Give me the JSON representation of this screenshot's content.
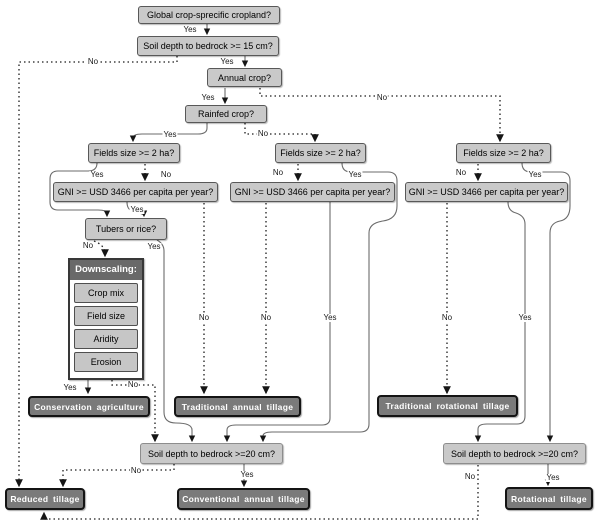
{
  "labels": {
    "yes": "Yes",
    "no": "No"
  },
  "nodes": {
    "global": "Global crop-sprecific cropland?",
    "soil15": "Soil depth to bedrock >= 15 cm?",
    "annual": "Annual crop?",
    "rainfed": "Rainfed crop?",
    "fields_left": "Fields size >= 2 ha?",
    "fields_mid": "Fields size >= 2 ha?",
    "fields_right": "Fields size >= 2 ha?",
    "gni_left": "GNI >= USD 3466 per capita per year?",
    "gni_mid": "GNI >= USD 3466 per capita per year?",
    "gni_right": "GNI >= USD 3466 per capita per year?",
    "tubers": "Tubers or rice?",
    "downscaling_header": "Downscaling:",
    "downscaling_items": [
      "Crop mix",
      "Field size",
      "Aridity",
      "Erosion"
    ],
    "conservation": "Conservation agriculture",
    "traditional_annual": "Traditional annual tillage",
    "traditional_rotational": "Traditional  rotational tillage",
    "soil20_left": "Soil depth to bedrock >=20 cm?",
    "soil20_right": "Soil depth to bedrock >=20 cm?",
    "reduced": "Reduced tillage",
    "conventional": "Conventional annual tillage",
    "rotational": "Rotational  tillage"
  },
  "colors": {
    "decision_fill": "#c9c9c9",
    "decision_border": "#585858",
    "terminal_fill": "#7a7a7a",
    "terminal_border": "#141414",
    "group_header_fill": "#696969",
    "connector_solid": "#6b6b6b",
    "connector_dotted": "#1c1c1c"
  }
}
